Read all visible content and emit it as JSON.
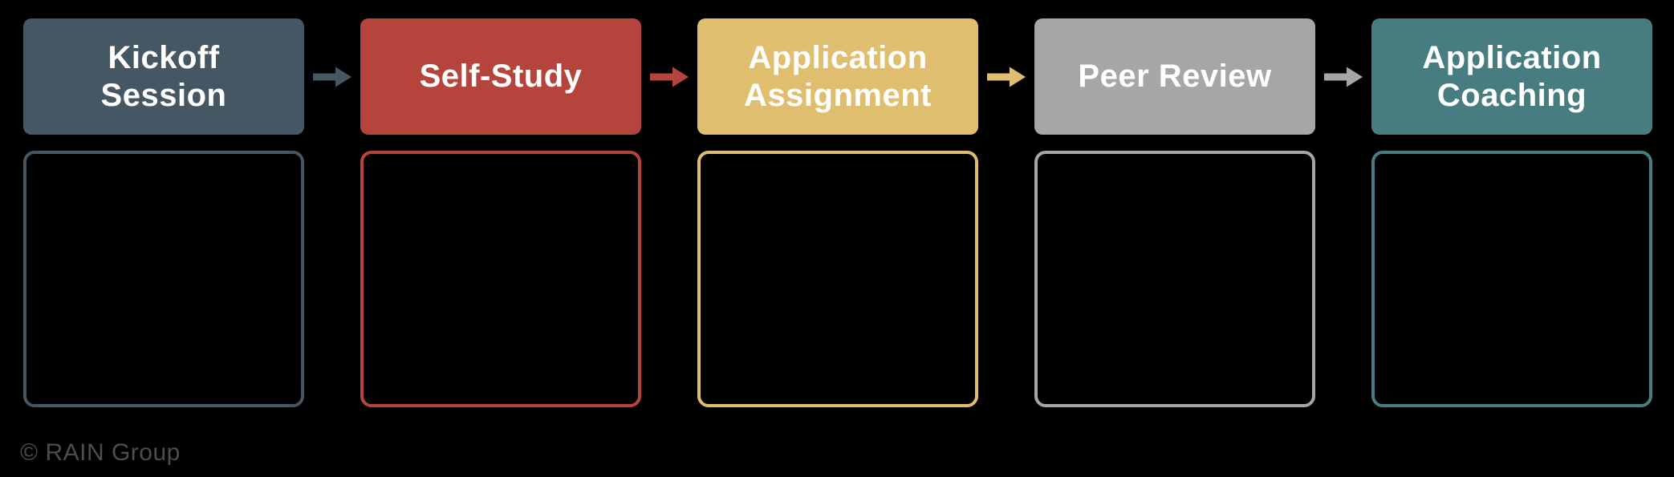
{
  "diagram": {
    "type": "process-flow",
    "background_color": "#000000"
  },
  "steps": [
    {
      "label": "Kickoff\nSession",
      "color": "#465764"
    },
    {
      "label": "Self-Study",
      "color": "#b5443c"
    },
    {
      "label": "Application\nAssignment",
      "color": "#dfbf6f"
    },
    {
      "label": "Peer Review",
      "color": "#a6a6a6"
    },
    {
      "label": "Application\nCoaching",
      "color": "#477c80"
    }
  ],
  "footer": {
    "copyright": "© RAIN Group",
    "color": "#4d4d4d"
  }
}
